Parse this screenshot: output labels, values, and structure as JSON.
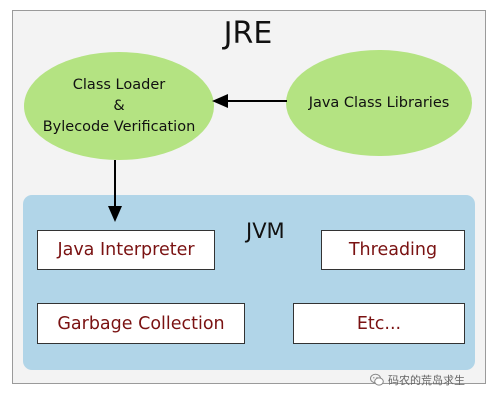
{
  "jre": {
    "title": "JRE"
  },
  "class_loader": {
    "line1": "Class Loader",
    "line2": "&",
    "line3": "Bylecode Verification"
  },
  "class_libraries": {
    "label": "Java Class Libraries"
  },
  "jvm": {
    "title": "JVM",
    "components": [
      "Java Interpreter",
      "Threading",
      "Garbage Collection",
      "Etc..."
    ]
  },
  "watermark": {
    "text": "码农的荒岛求生"
  },
  "colors": {
    "frame_bg": "#f3f3f3",
    "ellipse_fill": "#b4e382",
    "jvm_fill": "#b1d5e8",
    "component_text": "#7a1212"
  },
  "icons": [
    "wechat-icon",
    "arrow-left",
    "arrow-down"
  ]
}
